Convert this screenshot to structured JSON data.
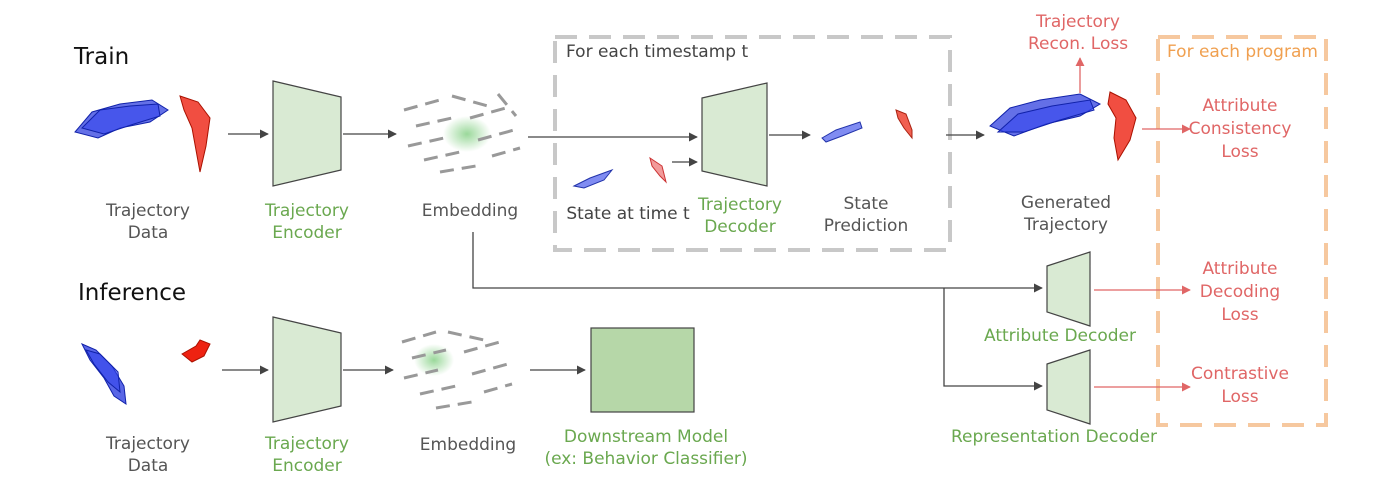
{
  "sections": {
    "train": "Train",
    "inference": "Inference",
    "timestamp_box": "For each timestamp t",
    "program_box": "For each program"
  },
  "train_row": {
    "trajectory_data": [
      "Trajectory",
      "Data"
    ],
    "trajectory_encoder": [
      "Trajectory",
      "Encoder"
    ],
    "embedding": "Embedding",
    "state_at_time": "State at time t",
    "trajectory_decoder": [
      "Trajectory",
      "Decoder"
    ],
    "state_prediction": [
      "State",
      "Prediction"
    ],
    "generated_trajectory": [
      "Generated",
      "Trajectory"
    ],
    "recon_loss": [
      "Trajectory",
      "Recon. Loss"
    ],
    "consistency_loss": [
      "Attribute",
      "Consistency",
      "Loss"
    ]
  },
  "lower_branch": {
    "attribute_decoder": "Attribute Decoder",
    "representation_decoder": "Representation Decoder",
    "decoding_loss": [
      "Attribute",
      "Decoding",
      "Loss"
    ],
    "contrastive_loss": [
      "Contrastive",
      "Loss"
    ]
  },
  "inference_row": {
    "trajectory_data": [
      "Trajectory",
      "Data"
    ],
    "trajectory_encoder": [
      "Trajectory",
      "Encoder"
    ],
    "embedding": "Embedding",
    "downstream_model": [
      "Downstream Model",
      "(ex: Behavior Classifier)"
    ]
  },
  "colors": {
    "green_text": "#6aa84f",
    "red_text": "#e06666",
    "orange_box": "#f6c89f",
    "gray_box": "#c8c8c8",
    "module_fill": "#d9ead3",
    "downstream_fill": "#b6d7a8",
    "trajectory_blue": "#2233dd",
    "trajectory_red": "#ee2211"
  }
}
